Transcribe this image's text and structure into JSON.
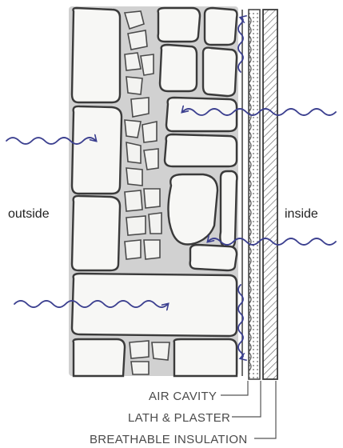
{
  "labels": {
    "outside": "outside",
    "inside": "inside"
  },
  "callouts": [
    {
      "label": "AIR CAVITY"
    },
    {
      "label": "LATH & PLASTER"
    },
    {
      "label": "BREATHABLE INSULATION"
    }
  ],
  "colors": {
    "arrow": "#3b3f8f",
    "stone_outline": "#3a3a3a",
    "mortar": "#9a9a9a",
    "insulation": "#6f6f6f",
    "plaster": "#8a8a8a",
    "text": "#4a4a4a"
  },
  "icons": {
    "moisture_arrow": "wavy-arrow-icon"
  }
}
